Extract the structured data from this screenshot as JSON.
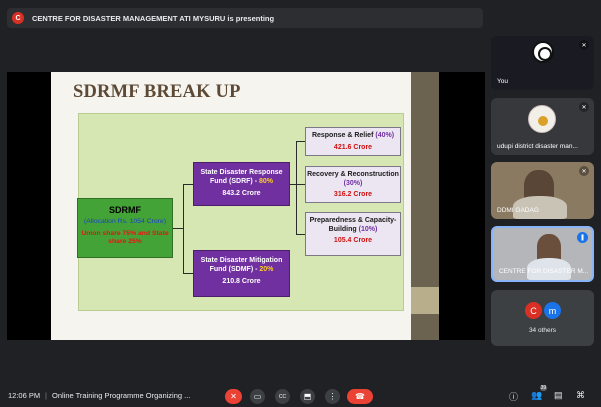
{
  "presenting": {
    "avatar": "C",
    "text": "CENTRE FOR DISASTER MANAGEMENT ATI MYSURU is presenting"
  },
  "slide": {
    "title": "SDRMF BREAK UP",
    "root": {
      "title": "SDRMF",
      "allocation": "(Allocation Rs. 1054 Crore)",
      "share": "Union share 75% and State  share 25%"
    },
    "sdrf": {
      "name": "State Disaster Response Fund (SDRF) - ",
      "pct": "80%",
      "amount": "843.2 Crore"
    },
    "sdmf": {
      "name": "State Disaster Mitigation Fund (SDMF) - ",
      "pct": "20%",
      "amount": "210.8 Crore"
    },
    "relief": {
      "name": "Response & Relief ",
      "pct": "(40%)",
      "amount": "421.6 Crore"
    },
    "recovery": {
      "name": "Recovery & Reconstruction ",
      "pct": "(30%)",
      "amount": "316.2 Crore"
    },
    "prep": {
      "name": "Preparedness & Capacity-Building ",
      "pct": "(10%)",
      "amount": "105.4 Crore"
    }
  },
  "participants": {
    "you": {
      "name": "You"
    },
    "udupi": {
      "name": "udupi district disaster man..."
    },
    "ddmi": {
      "name": "DDMI GADAG"
    },
    "centre": {
      "name": "CENTRE FOR DISASTER M..."
    },
    "others": {
      "avatars": [
        "C",
        "m"
      ],
      "label": "34 others",
      "colors": [
        "#d93025",
        "#1a73e8"
      ]
    }
  },
  "toolbar": {
    "time": "12:06 PM",
    "separator": "|",
    "meeting": "Online Training Programme Organizing ...",
    "people_count": "39"
  },
  "icons": [
    "mic-off-icon",
    "camera-icon",
    "captions-icon",
    "present-icon",
    "more-icon",
    "hangup-icon",
    "info-icon",
    "people-icon",
    "chat-icon",
    "activities-icon"
  ]
}
